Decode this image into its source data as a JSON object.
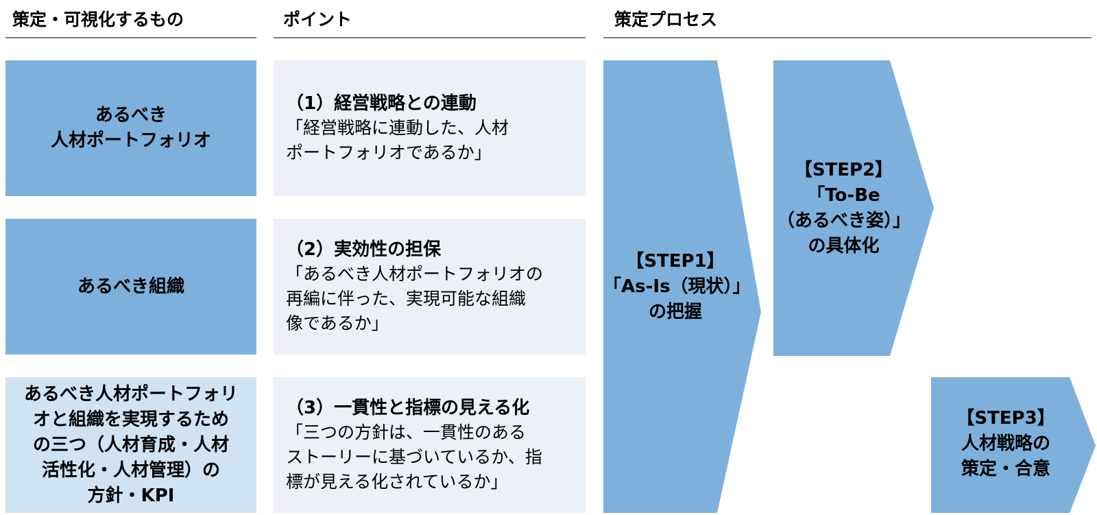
{
  "headers": {
    "col1": "策定・可視化するもの",
    "col2": "ポイント",
    "col3": "策定プロセス"
  },
  "items": [
    {
      "lines": [
        "あるべき",
        "人材ポートフォリオ"
      ]
    },
    {
      "lines": [
        "あるべき組織"
      ]
    },
    {
      "lines": [
        "あるべき人材ポートフォリ",
        "オと組織を実現するため",
        "の三つ（人材育成・人材",
        "活性化・人材管理）の",
        "方針・KPI"
      ]
    }
  ],
  "points": [
    {
      "title": "（1）経営戦略との連動",
      "lines": [
        "「経営戦略に連動した、人材",
        "ポートフォリオであるか」"
      ]
    },
    {
      "title": "（2）実効性の担保",
      "lines": [
        "「あるべき人材ポートフォリオの",
        "再編に伴った、実現可能な組織",
        "像であるか」"
      ]
    },
    {
      "title": "（3）一貫性と指標の見える化",
      "lines": [
        "「三つの方針は、一貫性のある",
        "ストーリーに基づいているか、指",
        "標が見える化されているか」"
      ]
    }
  ],
  "steps": [
    {
      "lines": [
        "【STEP1】",
        "「As-Is（現状）」",
        "の把握"
      ]
    },
    {
      "lines": [
        "【STEP2】",
        "「To-Be",
        "（あるべき姿）」",
        "の具体化"
      ]
    },
    {
      "lines": [
        "【STEP3】",
        "人材戦略の",
        "策定・合意"
      ]
    }
  ],
  "colors": {
    "step_fill": "#7eb0dc",
    "item_dark": "#7eb0dc",
    "item_light": "#d0e3f3",
    "point_bg": "#ebf1f7",
    "header_rule": "#7f7f7f"
  }
}
